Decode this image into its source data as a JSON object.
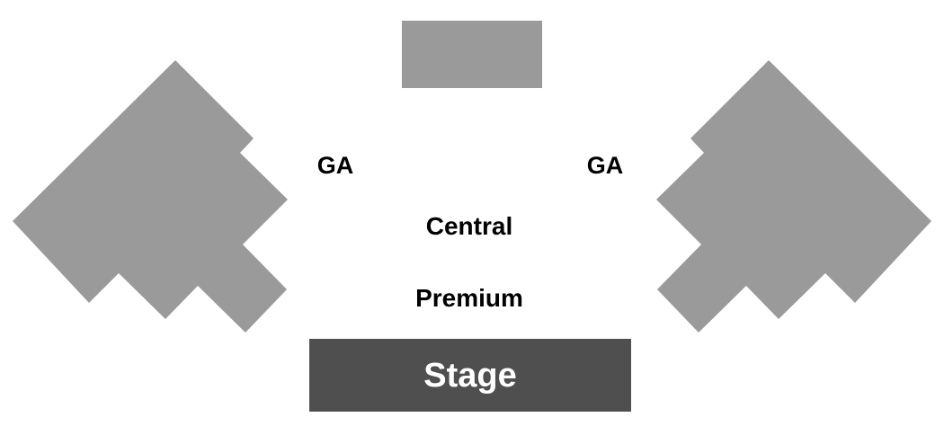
{
  "colors": {
    "background": "#ffffff",
    "section": "#9a9a9a",
    "stage": "#4f4f4f",
    "label": "#000000",
    "stage_label": "#ffffff"
  },
  "sections": {
    "top_block": {},
    "left_wing": {},
    "right_wing": {},
    "ga_left": {
      "label": "GA"
    },
    "ga_right": {
      "label": "GA"
    },
    "central": {
      "label": "Central"
    },
    "premium": {
      "label": "Premium"
    }
  },
  "stage": {
    "label": "Stage"
  }
}
